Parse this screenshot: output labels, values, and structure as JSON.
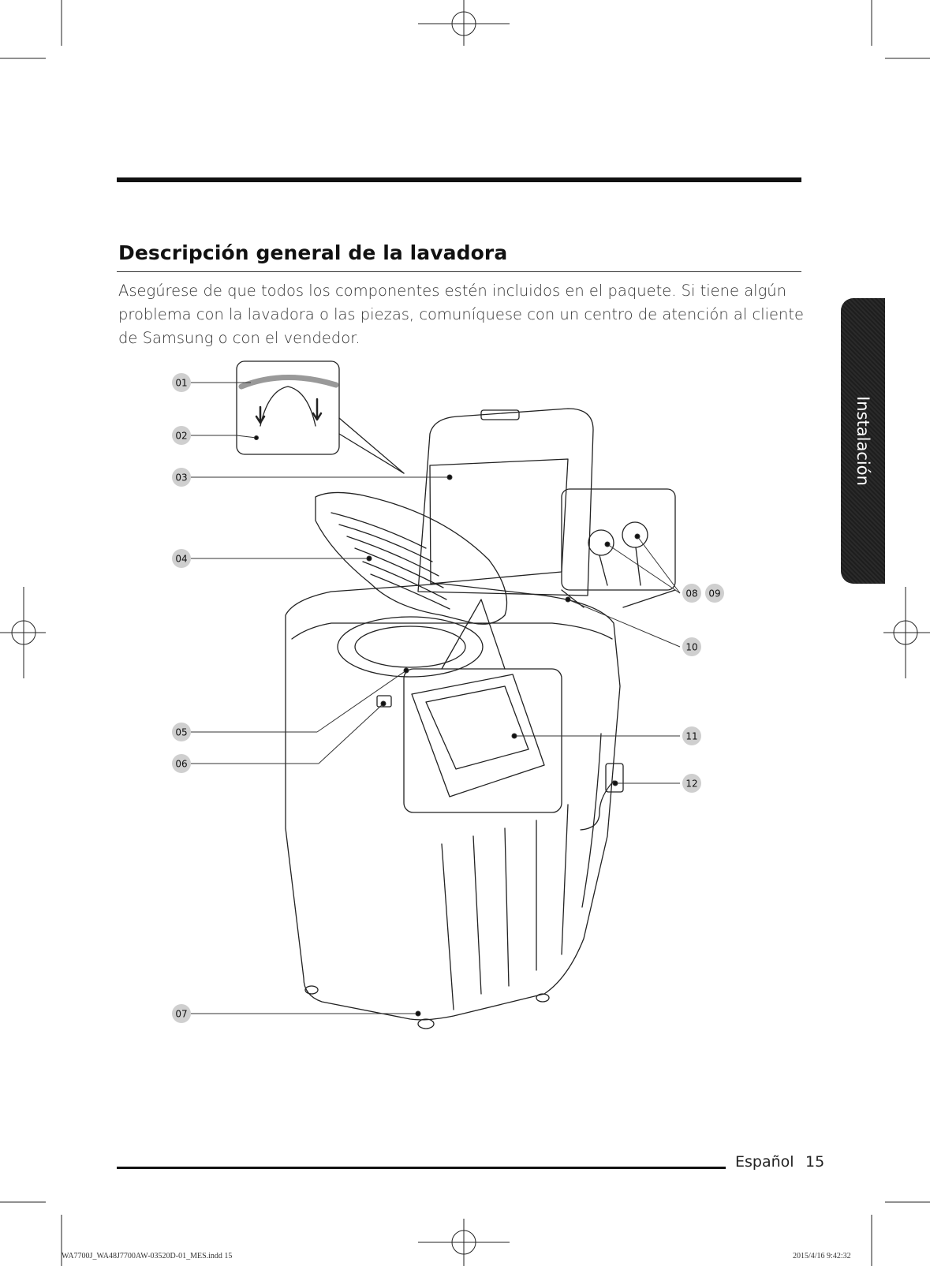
{
  "heading": "Descripción general de la lavadora",
  "intro": "Asegúrese de que todos los componentes estén incluidos en el paquete. Si tiene algún problema con la lavadora o las piezas, comuníquese con un centro de atención al cliente de Samsung o con el vendedor.",
  "side_tab": "Instalación",
  "callouts": [
    "01",
    "02",
    "03",
    "04",
    "05",
    "06",
    "07",
    "08",
    "09",
    "10",
    "11",
    "12"
  ],
  "footer": {
    "language": "Español",
    "page": "15"
  },
  "slug": {
    "file": "WA7700J_WA48J7700AW-03520D-01_MES.indd   15",
    "date": "2015/4/16   9:42:32"
  }
}
